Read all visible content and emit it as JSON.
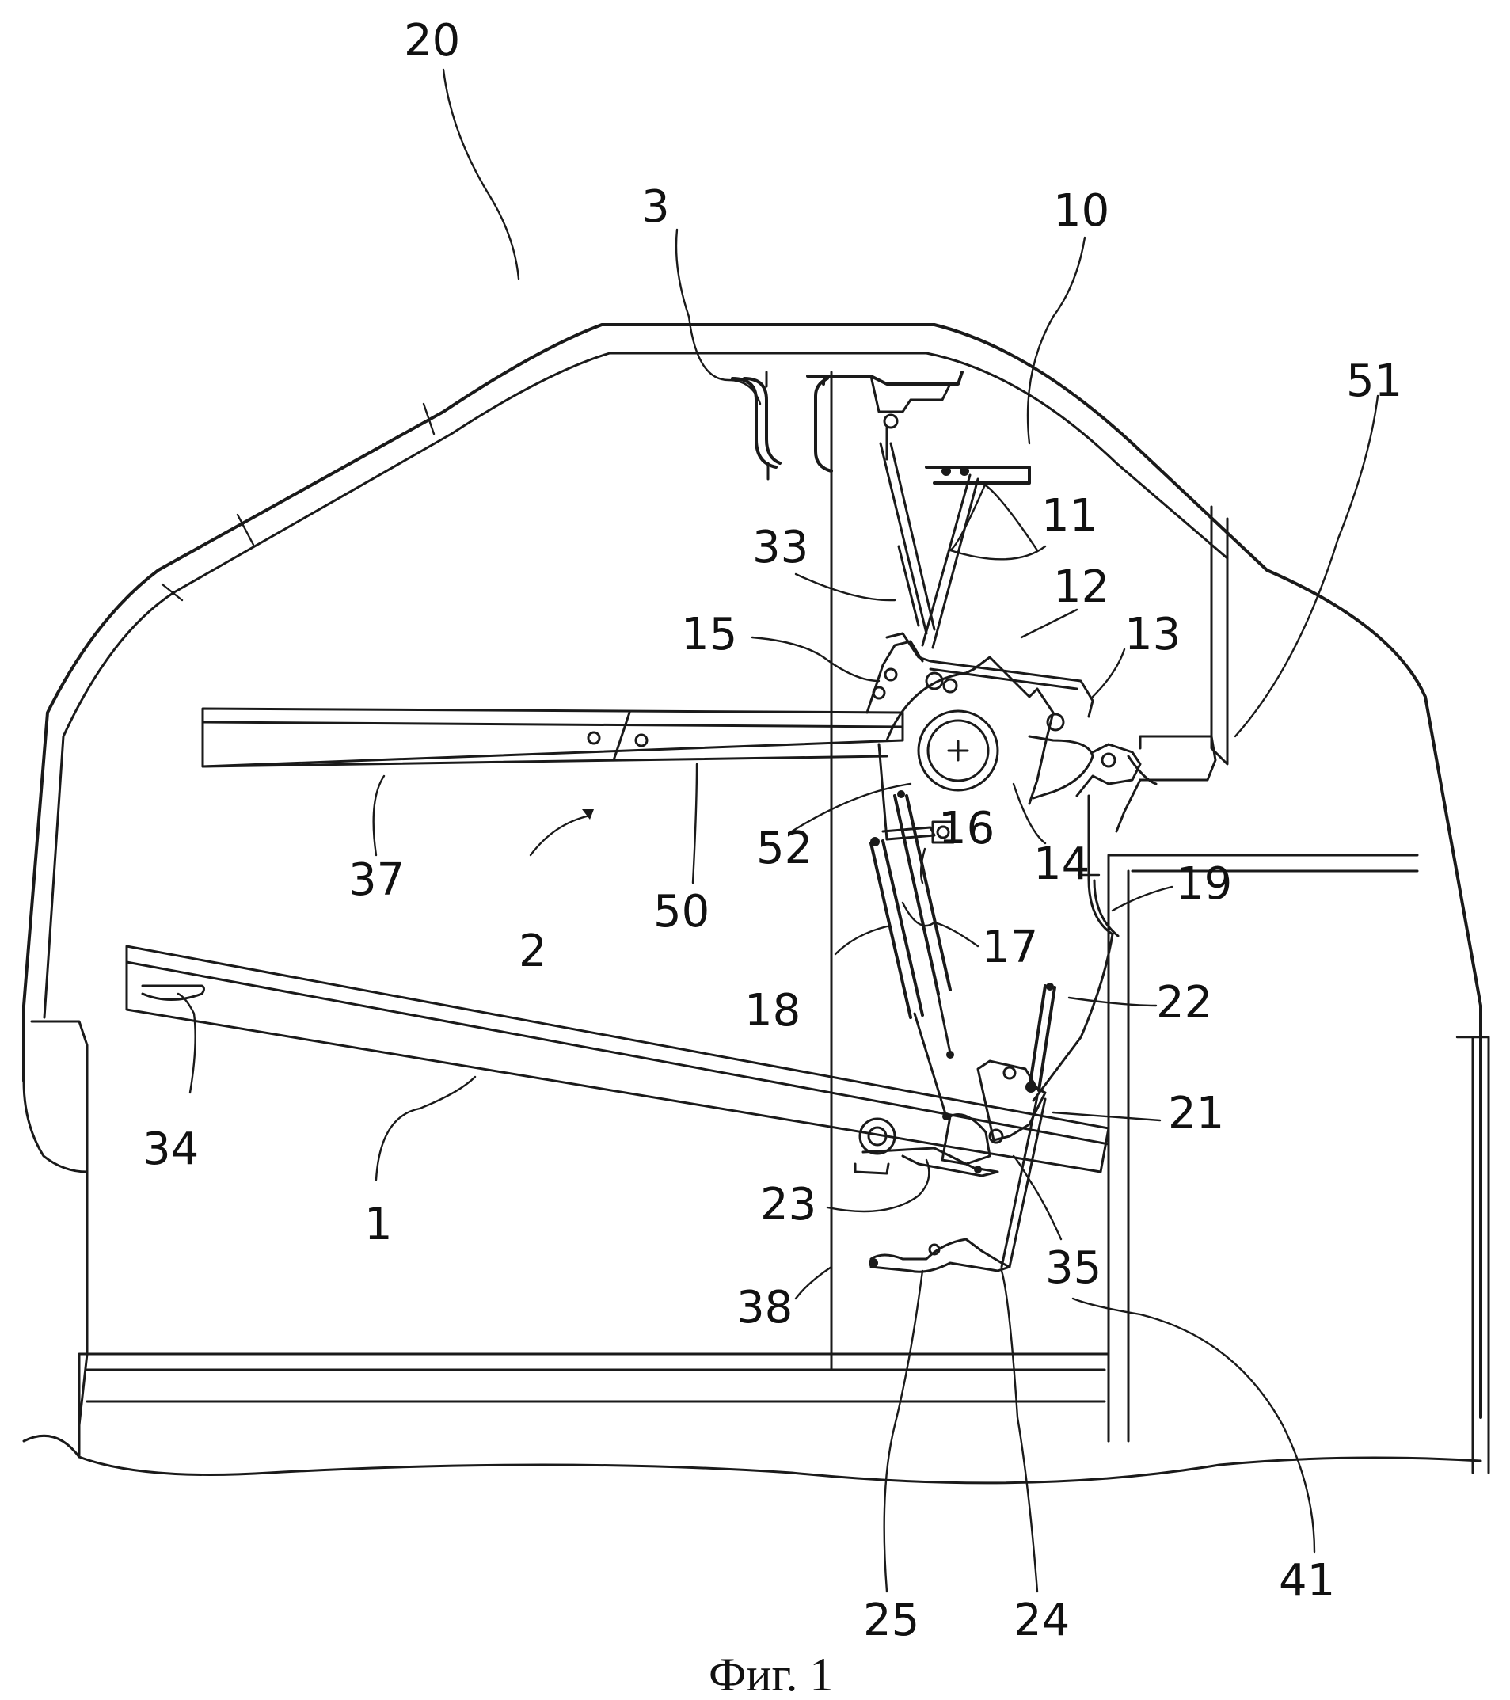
{
  "labels": {
    "l20": "20",
    "l3": "3",
    "l10": "10",
    "l51": "51",
    "l11": "11",
    "l33": "33",
    "l12": "12",
    "l15": "15",
    "l13": "13",
    "l37": "37",
    "l52": "52",
    "l16": "16",
    "l14": "14",
    "l2": "2",
    "l50": "50",
    "l19": "19",
    "l17": "17",
    "l18": "18",
    "l22": "22",
    "l34": "34",
    "l21": "21",
    "l1": "1",
    "l23": "23",
    "l35": "35",
    "l38": "38",
    "l41": "41",
    "l25": "25",
    "l24": "24"
  },
  "caption": "Фиг. 1"
}
